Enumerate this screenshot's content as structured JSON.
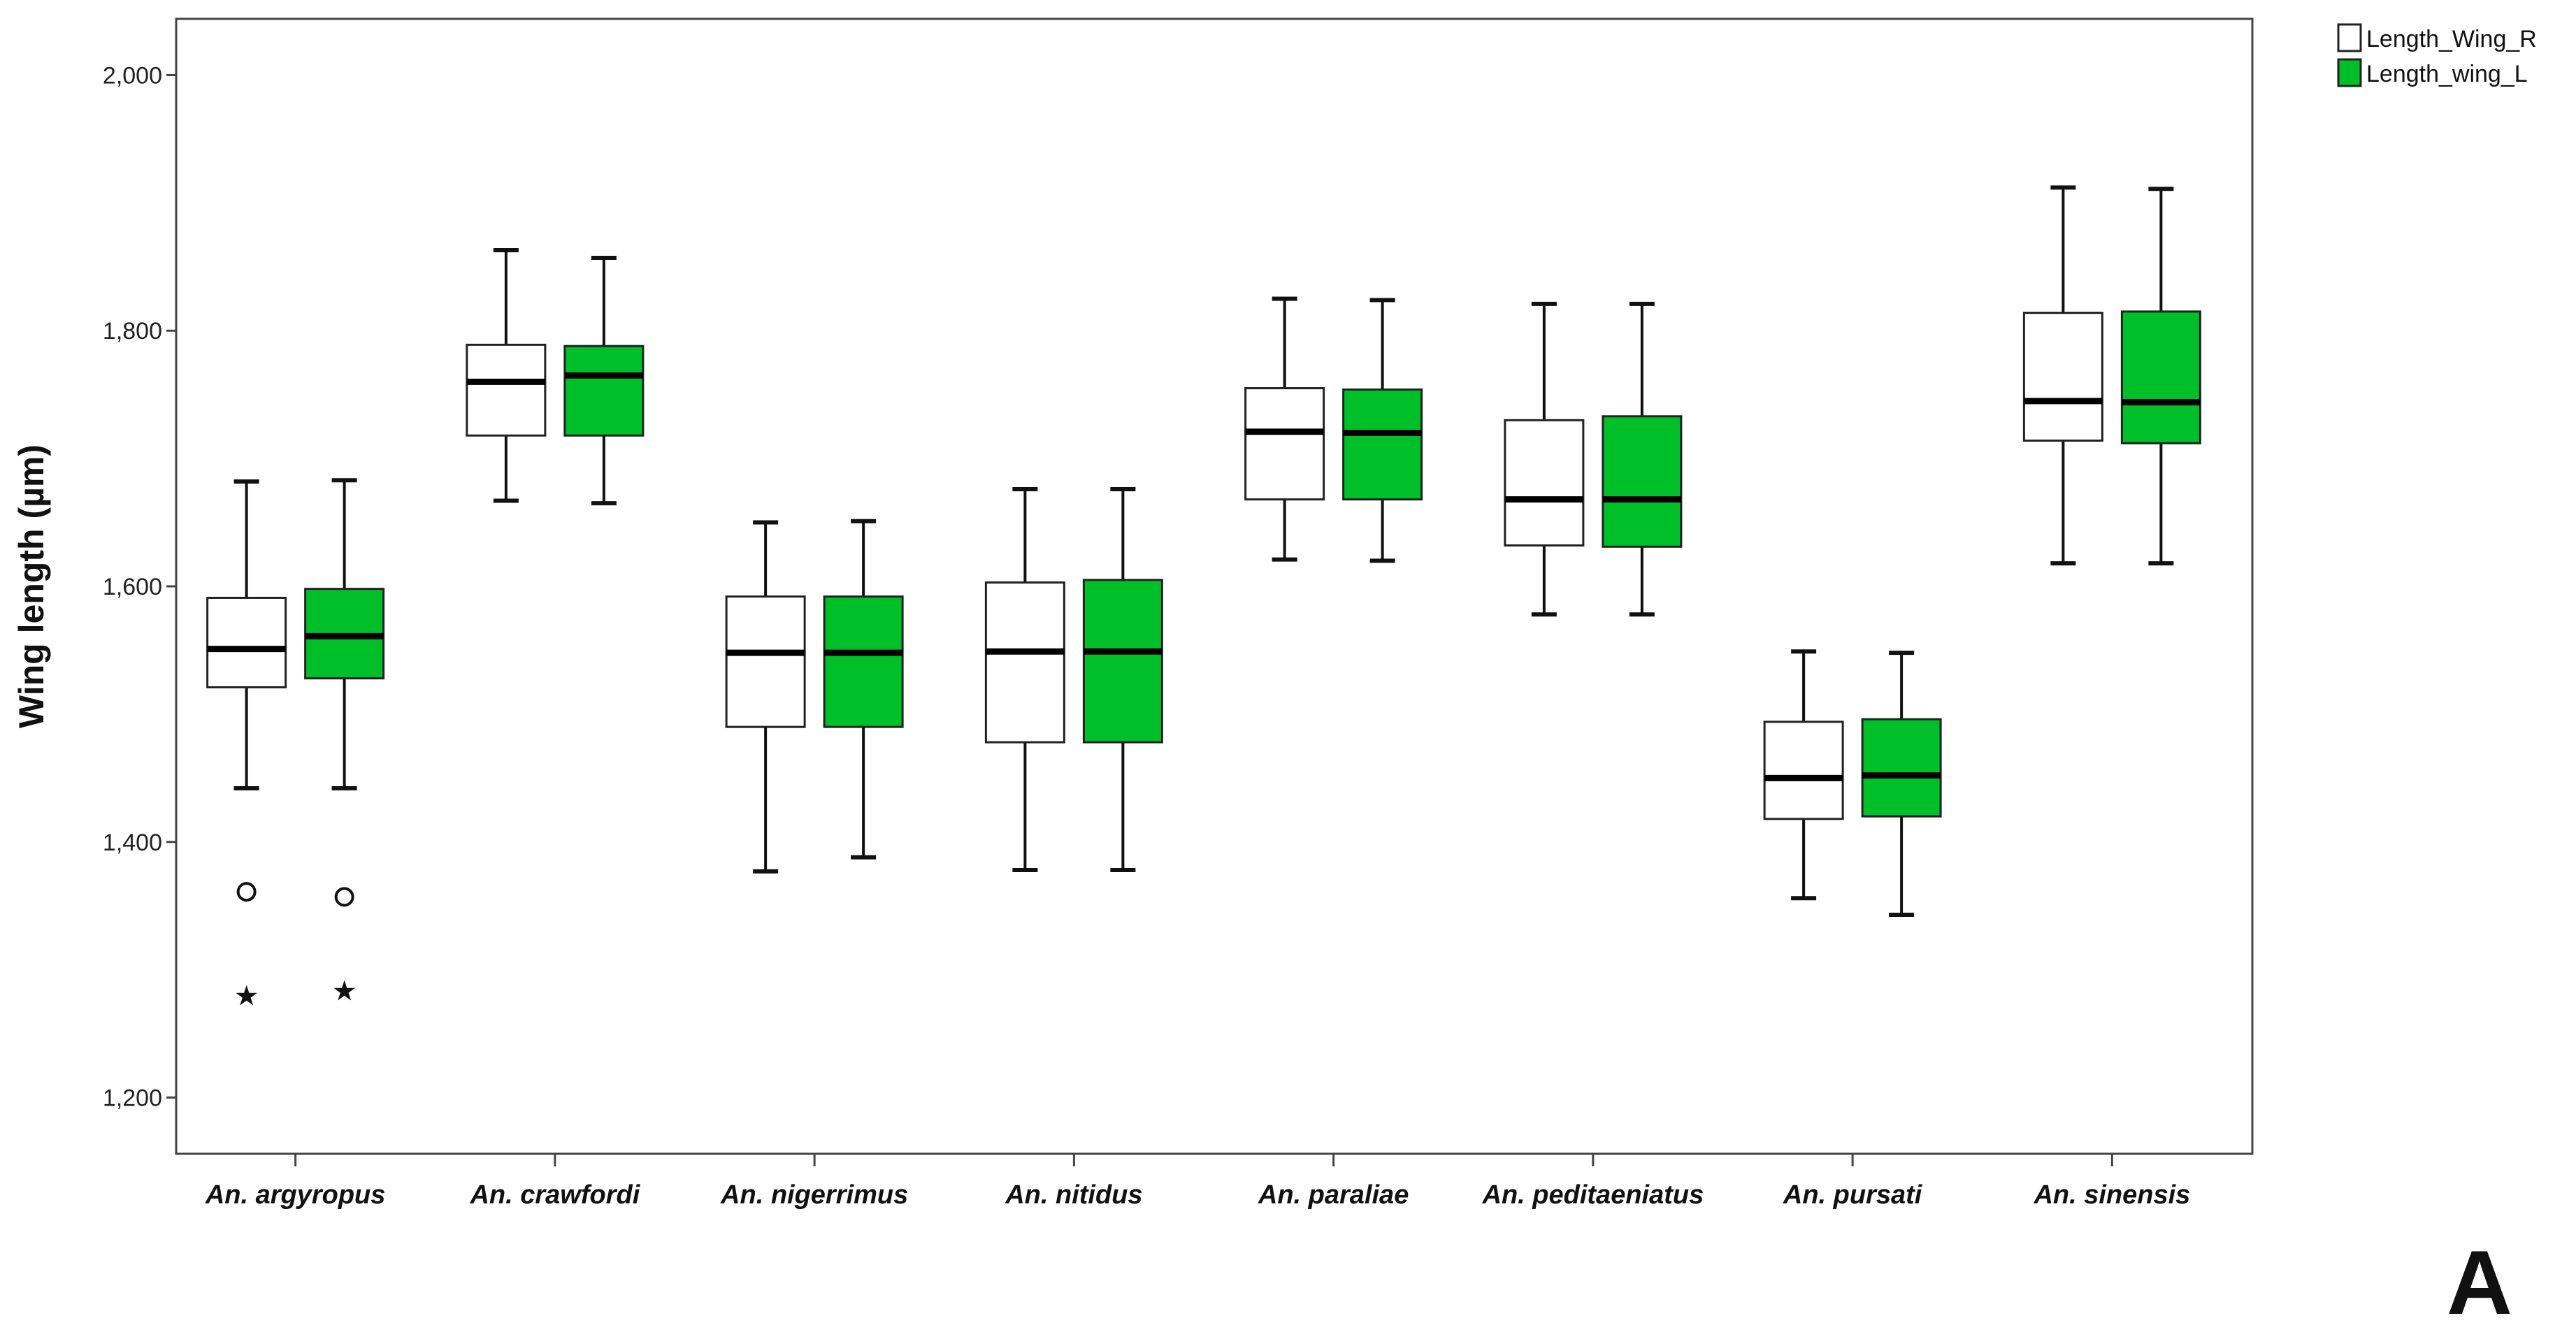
{
  "chart_data": {
    "type": "boxplot",
    "ylabel": "Wing length (µm)",
    "xlabel": "",
    "ylim": [
      1156,
      2044
    ],
    "yticks": [
      1200,
      1400,
      1600,
      1800,
      2000
    ],
    "ytick_labels": [
      "1,200",
      "1,400",
      "1,600",
      "1,800",
      "2,000"
    ],
    "grid": false,
    "legend_position": "top-right, outside plot",
    "panel_label": "A",
    "categories": [
      "An. argyropus",
      "An. crawfordi",
      "An. nigerrimus",
      "An. nitidus",
      "An. paraliae",
      "An. peditaeniatus",
      "An. pursati",
      "An. sinensis"
    ],
    "series": [
      {
        "name": "Length_Wing_R",
        "color": "#ffffff",
        "boxes": [
          {
            "whislo": 1442,
            "q1": 1521,
            "med": 1551,
            "q3": 1591,
            "whishi": 1682,
            "outliers": [
              1361
            ],
            "extremes": [
              1282
            ]
          },
          {
            "whislo": 1667,
            "q1": 1718,
            "med": 1760,
            "q3": 1789,
            "whishi": 1863,
            "outliers": [],
            "extremes": []
          },
          {
            "whislo": 1377,
            "q1": 1490,
            "med": 1548,
            "q3": 1592,
            "whishi": 1650,
            "outliers": [],
            "extremes": []
          },
          {
            "whislo": 1378,
            "q1": 1478,
            "med": 1549,
            "q3": 1603,
            "whishi": 1676,
            "outliers": [],
            "extremes": []
          },
          {
            "whislo": 1621,
            "q1": 1668,
            "med": 1721,
            "q3": 1755,
            "whishi": 1825,
            "outliers": [],
            "extremes": []
          },
          {
            "whislo": 1578,
            "q1": 1632,
            "med": 1668,
            "q3": 1730,
            "whishi": 1821,
            "outliers": [],
            "extremes": []
          },
          {
            "whislo": 1356,
            "q1": 1418,
            "med": 1450,
            "q3": 1494,
            "whishi": 1549,
            "outliers": [],
            "extremes": []
          },
          {
            "whislo": 1618,
            "q1": 1714,
            "med": 1745,
            "q3": 1814,
            "whishi": 1912,
            "outliers": [],
            "extremes": []
          }
        ]
      },
      {
        "name": "Length_wing_L",
        "color": "#00c02a",
        "boxes": [
          {
            "whislo": 1442,
            "q1": 1528,
            "med": 1561,
            "q3": 1598,
            "whishi": 1683,
            "outliers": [
              1357
            ],
            "extremes": [
              1286
            ]
          },
          {
            "whislo": 1665,
            "q1": 1718,
            "med": 1765,
            "q3": 1788,
            "whishi": 1857,
            "outliers": [],
            "extremes": []
          },
          {
            "whislo": 1388,
            "q1": 1490,
            "med": 1548,
            "q3": 1592,
            "whishi": 1651,
            "outliers": [],
            "extremes": []
          },
          {
            "whislo": 1378,
            "q1": 1478,
            "med": 1549,
            "q3": 1605,
            "whishi": 1676,
            "outliers": [],
            "extremes": []
          },
          {
            "whislo": 1620,
            "q1": 1668,
            "med": 1720,
            "q3": 1754,
            "whishi": 1824,
            "outliers": [],
            "extremes": []
          },
          {
            "whislo": 1578,
            "q1": 1631,
            "med": 1668,
            "q3": 1733,
            "whishi": 1821,
            "outliers": [],
            "extremes": []
          },
          {
            "whislo": 1343,
            "q1": 1420,
            "med": 1452,
            "q3": 1496,
            "whishi": 1548,
            "outliers": [],
            "extremes": []
          },
          {
            "whislo": 1618,
            "q1": 1712,
            "med": 1744,
            "q3": 1815,
            "whishi": 1911,
            "outliers": [],
            "extremes": []
          }
        ]
      }
    ]
  }
}
